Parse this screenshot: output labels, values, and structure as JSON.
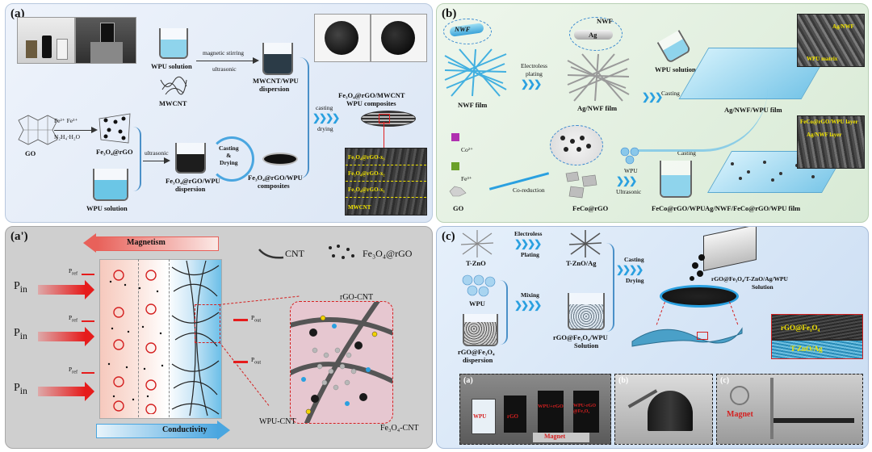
{
  "panels": {
    "a": {
      "label": "(a)",
      "texts": {
        "wpu_solution": "WPU solution",
        "mwcnt": "MWCNT",
        "magnetic_stirring": "magnetic stirring",
        "ultrasonic1": "ultrasonic",
        "mwcnt_dispersion": "MWCNT/WPU",
        "dispersion_word": "dispersion",
        "composite_title": "Fe₃O₄@rGO/MWCNT",
        "composite_title2": "WPU composites",
        "casting": "casting",
        "drying": "drying",
        "go": "GO",
        "fe_ions": "Fe²⁺  Fe³⁺",
        "n2h4": "N₂H₄·H₂O",
        "fe3o4_rgo": "Fe₃O₄@rGO",
        "ultrasonic2": "ultrasonic",
        "fe_dispersion": "Fe₃O₄@rGO/WPU",
        "fe_dispersion2": "dispersion",
        "casting_drying": "Casting\n&\nDrying",
        "fe_composites": "Fe₃O₄@rGO/WPU",
        "fe_composites2": "composites",
        "wpu_solution2": "WPU  solution",
        "sem_labels": [
          "Fe₃O₄@rGO-x₃",
          "Fe₃O₄@rGO-x₂",
          "Fe₃O₄@rGO-x₁",
          "MWCNT"
        ]
      }
    },
    "b": {
      "label": "(b)",
      "texts": {
        "nwf": "NWF",
        "nwf2": "NWF",
        "ag": "Ag",
        "nwf_film": "NWF film",
        "electroless": "Electroless",
        "plating": "plating",
        "ag_nwf_film": "Ag/NWF film",
        "wpu_solution": "WPU solution",
        "casting1": "Casting",
        "ag_nwf_wpu": "Ag/NWF/WPU film",
        "sem1_a": "Ag/NWF",
        "sem1_b": "WPU matrix",
        "co": "Co²⁺",
        "fe": "Fe³⁺",
        "go": "GO",
        "coreduction": "Co-reduction",
        "feco_rgo": "FeCo@rGO",
        "wpu": "WPU",
        "ultrasonic": "Ultrasonic",
        "feco_rgo_wpu": "FeCo@rGO/WPU",
        "casting2": "Casting",
        "final": "Ag/NWF/FeCo@rGO/WPU film",
        "sem2_a": "FeCo@rGO/WPU layer",
        "sem2_b": "Ag/NWF layer"
      }
    },
    "a_prime": {
      "label": "(a')",
      "magnetism": "Magnetism",
      "conductivity": "Conductivity",
      "cnt": "CNT",
      "fe3o4_rgo": "Fe₃O₄@rGO",
      "pin": "P",
      "pin_sub": "in",
      "pref": "P",
      "pref_sub": "ref",
      "pout": "P",
      "pout_sub": "out",
      "rgo_cnt": "rGO-CNT",
      "wpu_cnt": "WPU-CNT",
      "fe3o4_cnt": "Fe₃O₄-CNT"
    },
    "c": {
      "label": "(c)",
      "texts": {
        "tzno": "T-ZnO",
        "electroless": "Electroless",
        "plating": "Plating",
        "tzno_ag": "T-ZnO/Ag",
        "casting": "Casting",
        "drying": "Drying",
        "wpu": "WPU",
        "mixing": "Mixing",
        "rgo_disp": "rGO@Fe₃O₄",
        "rgo_disp2": "dispersion",
        "rgo_sol": "rGO@Fe₃O₄/WPU",
        "rgo_sol2": "Solution",
        "top_sol": "rGO@Fe₃O₄/T-ZnO/Ag/WPU",
        "top_sol2": "Solution",
        "layer1": "rGO@Fe₃O₄",
        "layer2": "T-ZnO/Ag"
      },
      "photos": {
        "a_label": "(a)",
        "b_label": "(b)",
        "c_label": "(c)",
        "jar1": "WPU",
        "jar2": "rGO",
        "jar3": "WPU+rGO",
        "jar4": "WPU-rGO@Fe₃O₄",
        "magnet_a": "Magnet",
        "magnet_c": "Magnet"
      }
    }
  }
}
